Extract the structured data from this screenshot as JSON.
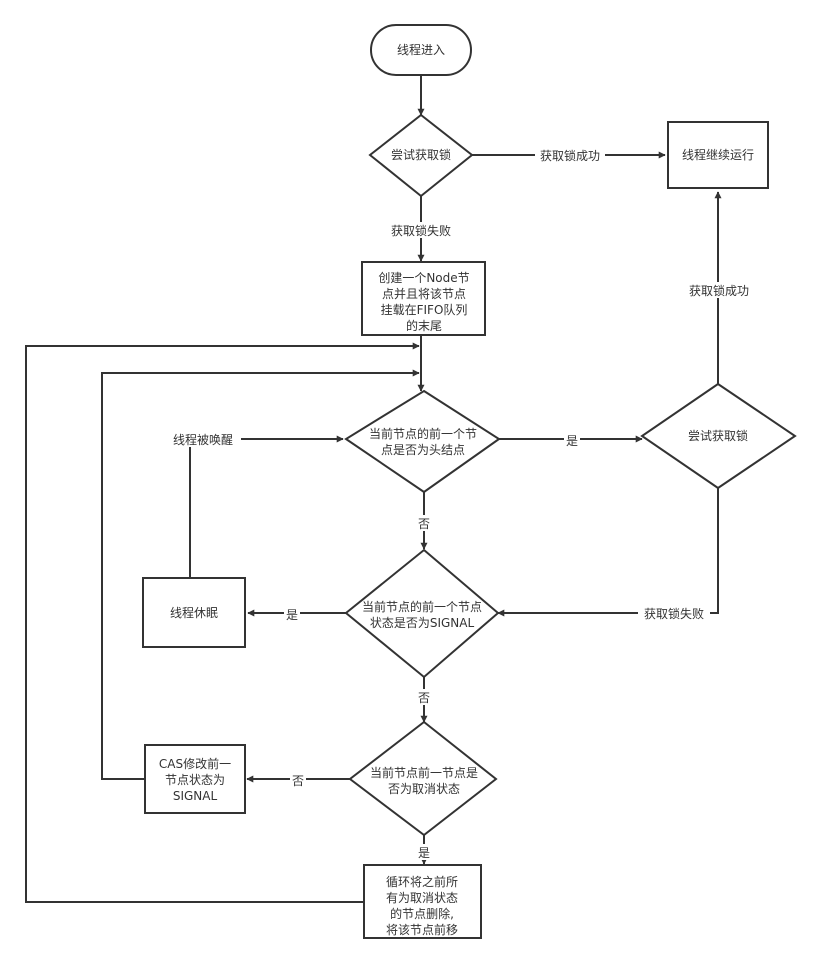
{
  "nodes": {
    "start": "线程进入",
    "try_lock_1": "尝试获取锁",
    "continue_run": "线程继续运行",
    "create_node": [
      "创建一个Node节",
      "点并且将该节点",
      "挂载在FIFO队列",
      "的末尾"
    ],
    "prev_is_head": [
      "当前节点的前一个节",
      "点是否为头结点"
    ],
    "try_lock_2": "尝试获取锁",
    "prev_is_signal": [
      "当前节点的前一个节点",
      "状态是否为SIGNAL"
    ],
    "thread_sleep": "线程休眠",
    "prev_cancelled": [
      "当前节点前一节点是",
      "否为取消状态"
    ],
    "cas_modify": [
      "CAS修改前一",
      "节点状态为",
      "SIGNAL"
    ],
    "loop_delete": [
      "循环将之前所",
      "有为取消状态",
      "的节点删除,",
      "将该节点前移"
    ]
  },
  "edge_labels": {
    "lock_success_1": "获取锁成功",
    "lock_fail_1": "获取锁失败",
    "lock_success_2": "获取锁成功",
    "lock_fail_2": "获取锁失败",
    "awakened": "线程被唤醒",
    "yes_head": "是",
    "no_head": "否",
    "yes_signal": "是",
    "no_signal": "否",
    "no_cancelled": "否",
    "yes_cancelled": "是"
  }
}
